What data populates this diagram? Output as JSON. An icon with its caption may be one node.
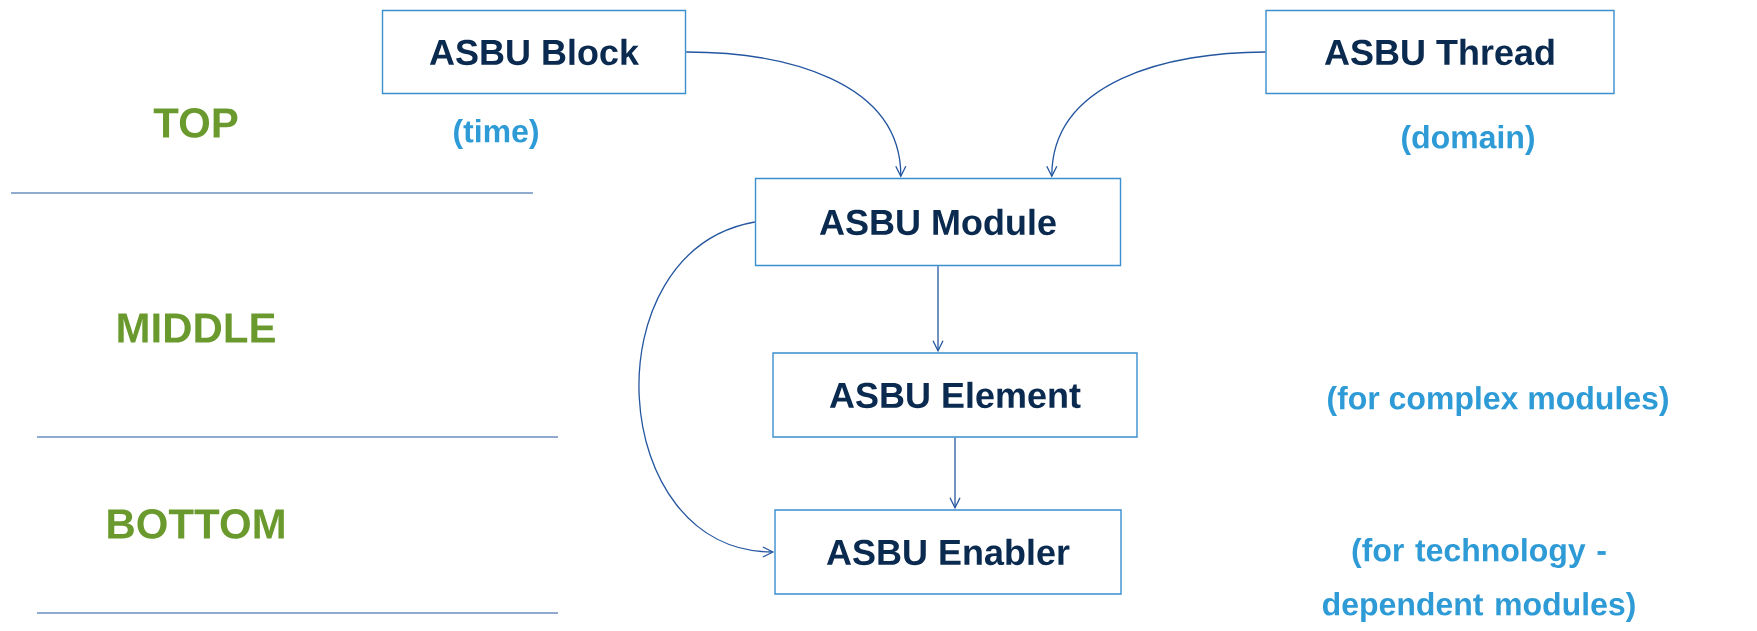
{
  "diagram": {
    "nodes": [
      {
        "text": [
          "ASBU Block"
        ],
        "beside": [
          "(time)"
        ]
      },
      {
        "text": [
          "ASBU Thread"
        ],
        "beside": [
          "(domain)"
        ]
      },
      {
        "text": [
          "ASBU Module"
        ]
      },
      {
        "text": [
          "ASBU Element"
        ]
      },
      {
        "text": [
          "ASBU Enabler"
        ]
      }
    ],
    "edges": [
      {
        "from": 0,
        "to": 2,
        "arrow": "to"
      },
      {
        "from": 1,
        "to": 2,
        "arrow": "to"
      },
      {
        "from": 2,
        "to": 3,
        "arrow": "to"
      },
      {
        "from": 3,
        "to": 4,
        "arrow": "to"
      },
      {
        "from": 2,
        "to": 4,
        "arrow": "to"
      }
    ],
    "labels": [
      "TOP",
      "MIDDLE",
      "BOTTOM",
      "(for complex modules)",
      "(for technology -dependent modules)"
    ]
  }
}
